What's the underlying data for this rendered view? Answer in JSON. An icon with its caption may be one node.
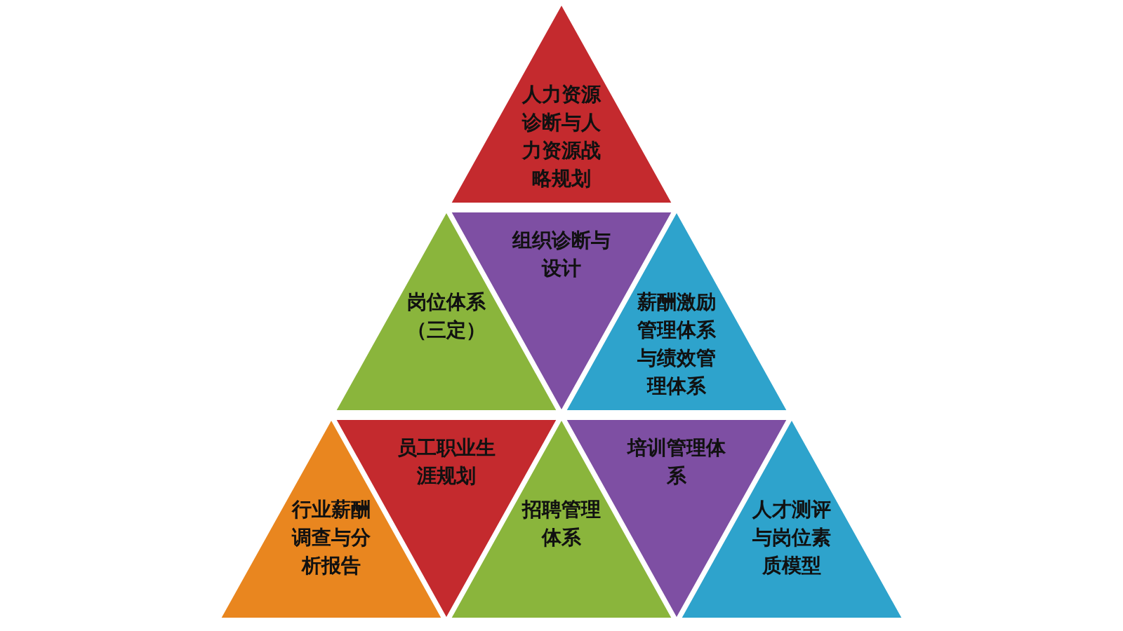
{
  "diagram": {
    "nodes": [
      {
        "text": [
          "人力资源诊断与人力资源战略规划"
        ]
      },
      {
        "text": [
          "岗位体系（三定）"
        ]
      },
      {
        "text": [
          "组织诊断与设计"
        ]
      },
      {
        "text": [
          "薪酬激励管理体系与绩效管理体系"
        ]
      },
      {
        "text": [
          "行业薪酬调查与分析报告"
        ]
      },
      {
        "text": [
          "员工职业生涯规划"
        ]
      },
      {
        "text": [
          "招聘管理体系"
        ]
      },
      {
        "text": [
          "培训管理体系"
        ]
      },
      {
        "text": [
          "人才测评与岗位素质模型"
        ]
      }
    ]
  }
}
